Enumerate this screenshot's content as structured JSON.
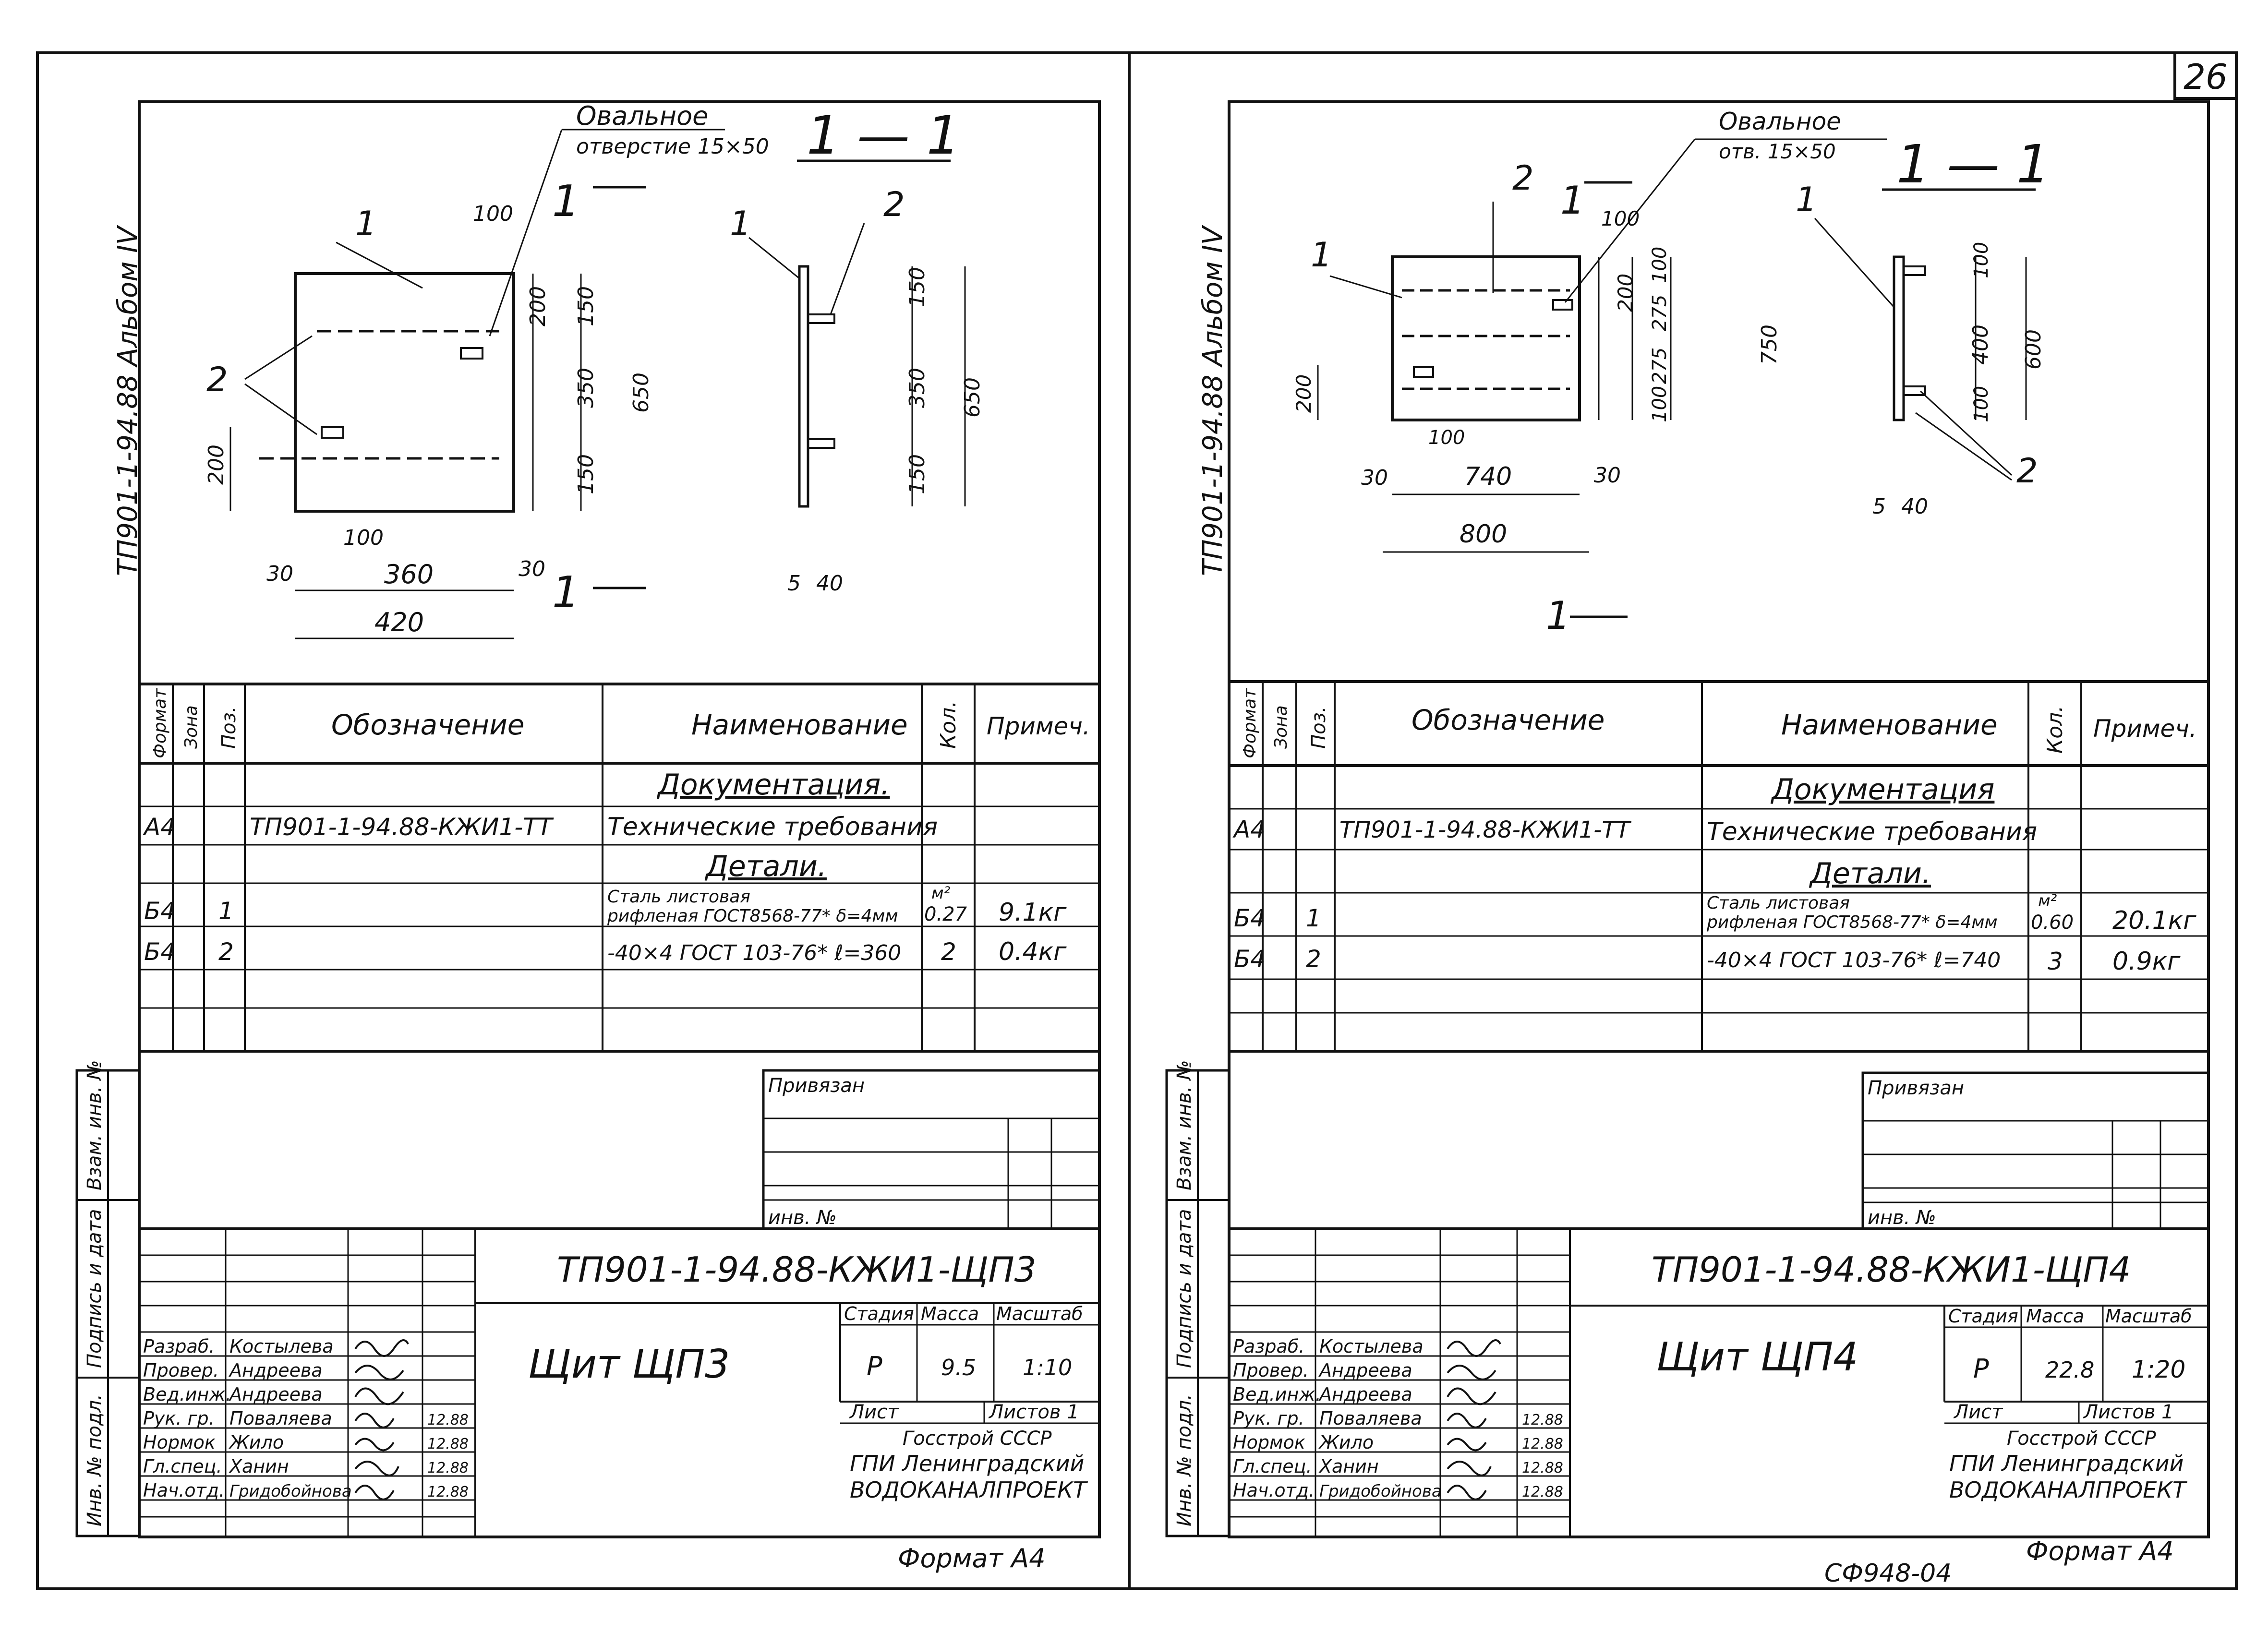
{
  "page_number": "26",
  "bottom_code": "СФ948-04",
  "sheets": [
    {
      "side_stamp": "ТП901-1-94.88 Альбом IV",
      "drawing": {
        "hole_note_1": "Овальное",
        "hole_note_2": "отверстие 15×50",
        "section_title": "1 — 1",
        "section_mark": "1",
        "pos1": "1",
        "pos2": "2",
        "dims_left": {
          "d200a": "200",
          "d150a": "150",
          "d350": "350",
          "d650": "650",
          "d150b": "150",
          "d200b": "200",
          "d100a": "100",
          "d100b": "100",
          "d30a": "30",
          "d360": "360",
          "d30b": "30",
          "d420": "420"
        },
        "dims_section": {
          "d150a": "150",
          "d350": "350",
          "d650": "650",
          "d150b": "150",
          "d5": "5",
          "d40": "40"
        }
      },
      "spec": {
        "headers": {
          "format": "Формат",
          "zone": "Зона",
          "pos": "Поз.",
          "designation": "Обозначение",
          "name": "Наименование",
          "qty": "Кол.",
          "note": "Примеч."
        },
        "section_docs": "Документация.",
        "doc_row": {
          "format": "А4",
          "designation": "ТП901-1-94.88-КЖИ1-ТТ",
          "name": "Технические требования"
        },
        "section_parts": "Детали.",
        "rows": [
          {
            "format": "Б4",
            "pos": "1",
            "name1": "Сталь листовая",
            "name2": "рифленая ГОСТ8568-77* δ=4мм",
            "qty": "0.27",
            "unit": "м²",
            "note": "9.1кг"
          },
          {
            "format": "Б4",
            "pos": "2",
            "name1": "-40×4 ГОСТ 103-76*  ℓ=360",
            "name2": "",
            "qty": "2",
            "unit": "",
            "note": "0.4кг"
          }
        ]
      },
      "side_labels": {
        "inv_podl": "Инв. № подл.",
        "podpis": "Подпись и дата",
        "vzam": "Взам. инв. №"
      },
      "title_block": {
        "privyazan": "Привязан",
        "inv_no": "инв. №",
        "code": "ТП901-1-94.88-КЖИ1-ЩП3",
        "title": "Щит ЩП3",
        "stage_label": "Стадия",
        "mass_label": "Масса",
        "scale_label": "Масштаб",
        "stage": "Р",
        "mass": "9.5",
        "scale": "1:10",
        "sheet_label": "Лист",
        "sheets_label": "Листов 1",
        "org1": "Госстрой СССР",
        "org2": "ГПИ Ленинградский",
        "org3": "ВОДОКАНАЛПРОЕКТ",
        "people": [
          {
            "role": "Разраб.",
            "name": "Костылева",
            "date": ""
          },
          {
            "role": "Провер.",
            "name": "Андреева",
            "date": ""
          },
          {
            "role": "Вед.инж.",
            "name": "Андреева",
            "date": ""
          },
          {
            "role": "Рук. гр.",
            "name": "Поваляева",
            "date": "12.88"
          },
          {
            "role": "Нормок",
            "name": "Жило",
            "date": "12.88"
          },
          {
            "role": "Гл.спец.",
            "name": "Ханин",
            "date": "12.88"
          },
          {
            "role": "Нач.отд.",
            "name": "Гридобойнова",
            "date": "12.88"
          }
        ]
      },
      "format_label": "Формат А4"
    },
    {
      "side_stamp": "ТП901-1-94.88 Альбом IV",
      "drawing": {
        "hole_note_1": "Овальное",
        "hole_note_2": "отв. 15×50",
        "section_title": "1 — 1",
        "section_mark": "1",
        "pos1": "1",
        "pos2": "2",
        "dims_left": {
          "d200v": "200",
          "d100a": "100",
          "d275a": "275",
          "d750": "750",
          "d275b": "275",
          "d100b": "100",
          "d200l": "200",
          "d100h": "100",
          "d100c": "100",
          "d30a": "30",
          "d740": "740",
          "d30b": "30",
          "d800": "800"
        },
        "dims_section": {
          "d100a": "100",
          "d400": "400",
          "d600": "600",
          "d100b": "100",
          "d5": "5",
          "d40": "40"
        }
      },
      "spec": {
        "headers": {
          "format": "Формат",
          "zone": "Зона",
          "pos": "Поз.",
          "designation": "Обозначение",
          "name": "Наименование",
          "qty": "Кол.",
          "note": "Примеч."
        },
        "section_docs": "Документация",
        "doc_row": {
          "format": "А4",
          "designation": "ТП901-1-94.88-КЖИ1-ТТ",
          "name": "Технические требования"
        },
        "section_parts": "Детали.",
        "rows": [
          {
            "format": "Б4",
            "pos": "1",
            "name1": "Сталь листовая",
            "name2": "рифленая ГОСТ8568-77* δ=4мм",
            "qty": "0.60",
            "unit": "м²",
            "note": "20.1кг"
          },
          {
            "format": "Б4",
            "pos": "2",
            "name1": "-40×4 ГОСТ 103-76*  ℓ=740",
            "name2": "",
            "qty": "3",
            "unit": "",
            "note": "0.9кг"
          }
        ]
      },
      "side_labels": {
        "inv_podl": "Инв. № подл.",
        "podpis": "Подпись и дата",
        "vzam": "Взам. инв. №"
      },
      "title_block": {
        "privyazan": "Привязан",
        "inv_no": "инв. №",
        "code": "ТП901-1-94.88-КЖИ1-ЩП4",
        "title": "Щит ЩП4",
        "stage_label": "Стадия",
        "mass_label": "Масса",
        "scale_label": "Масштаб",
        "stage": "Р",
        "mass": "22.8",
        "scale": "1:20",
        "sheet_label": "Лист",
        "sheets_label": "Листов 1",
        "org1": "Госстрой СССР",
        "org2": "ГПИ Ленинградский",
        "org3": "ВОДОКАНАЛПРОЕКТ",
        "people": [
          {
            "role": "Разраб.",
            "name": "Костылева",
            "date": ""
          },
          {
            "role": "Провер.",
            "name": "Андреева",
            "date": ""
          },
          {
            "role": "Вед.инж.",
            "name": "Андреева",
            "date": ""
          },
          {
            "role": "Рук. гр.",
            "name": "Поваляева",
            "date": "12.88"
          },
          {
            "role": "Нормок",
            "name": "Жило",
            "date": "12.88"
          },
          {
            "role": "Гл.спец.",
            "name": "Ханин",
            "date": "12.88"
          },
          {
            "role": "Нач.отд.",
            "name": "Гридобойнова",
            "date": "12.88"
          }
        ]
      },
      "format_label": "Формат А4"
    }
  ]
}
